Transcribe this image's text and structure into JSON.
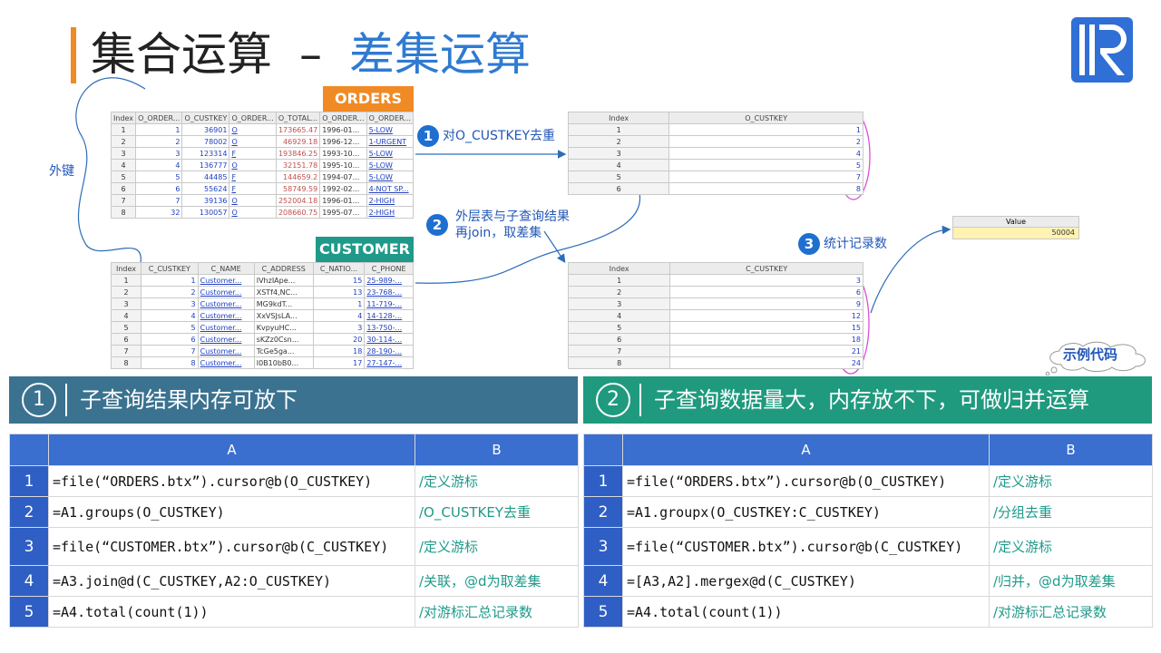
{
  "title": {
    "left": "集合运算",
    "dash": "–",
    "right": "差集运算"
  },
  "orders": {
    "tag": "ORDERS",
    "columns": [
      "Index",
      "O_ORDER...",
      "O_CUSTKEY",
      "O_ORDER...",
      "O_TOTAL...",
      "O_ORDER...",
      "O_ORDER..."
    ],
    "rows": [
      [
        "1",
        "1",
        "36901",
        "O",
        "173665.47",
        "1996-01...",
        "5-LOW"
      ],
      [
        "2",
        "2",
        "78002",
        "O",
        "46929.18",
        "1996-12...",
        "1-URGENT"
      ],
      [
        "3",
        "3",
        "123314",
        "F",
        "193846.25",
        "1993-10...",
        "5-LOW"
      ],
      [
        "4",
        "4",
        "136777",
        "O",
        "32151.78",
        "1995-10...",
        "5-LOW"
      ],
      [
        "5",
        "5",
        "44485",
        "F",
        "144659.2",
        "1994-07...",
        "5-LOW"
      ],
      [
        "6",
        "6",
        "55624",
        "F",
        "58749.59",
        "1992-02...",
        "4-NOT SP..."
      ],
      [
        "7",
        "7",
        "39136",
        "O",
        "252004.18",
        "1996-01...",
        "2-HIGH"
      ],
      [
        "8",
        "32",
        "130057",
        "O",
        "208660.75",
        "1995-07...",
        "2-HIGH"
      ]
    ]
  },
  "customer": {
    "tag": "CUSTOMER",
    "columns": [
      "Index",
      "C_CUSTKEY",
      "C_NAME",
      "C_ADDRESS",
      "C_NATIO...",
      "C_PHONE"
    ],
    "rows": [
      [
        "1",
        "1",
        "Customer...",
        "IVhzIApe...",
        "15",
        "25-989-..."
      ],
      [
        "2",
        "2",
        "Customer...",
        "XSTf4,NC...",
        "13",
        "23-768-..."
      ],
      [
        "3",
        "3",
        "Customer...",
        "MG9kdT...",
        "1",
        "11-719-..."
      ],
      [
        "4",
        "4",
        "Customer...",
        "XxVSJsLA...",
        "4",
        "14-128-..."
      ],
      [
        "5",
        "5",
        "Customer...",
        "KvpyuHC...",
        "3",
        "13-750-..."
      ],
      [
        "6",
        "6",
        "Customer...",
        "sKZz0Csn...",
        "20",
        "30-114-..."
      ],
      [
        "7",
        "7",
        "Customer...",
        "TcGe5ga...",
        "18",
        "28-190-..."
      ],
      [
        "8",
        "8",
        "Customer...",
        "I0B10bB0...",
        "17",
        "27-147-..."
      ]
    ]
  },
  "dedup": {
    "columns": [
      "Index",
      "O_CUSTKEY"
    ],
    "rows": [
      [
        "1",
        "1"
      ],
      [
        "2",
        "2"
      ],
      [
        "3",
        "4"
      ],
      [
        "4",
        "5"
      ],
      [
        "5",
        "7"
      ],
      [
        "6",
        "8"
      ]
    ]
  },
  "diff": {
    "columns": [
      "Index",
      "C_CUSTKEY"
    ],
    "rows": [
      [
        "1",
        "3"
      ],
      [
        "2",
        "6"
      ],
      [
        "3",
        "9"
      ],
      [
        "4",
        "12"
      ],
      [
        "5",
        "15"
      ],
      [
        "6",
        "18"
      ],
      [
        "7",
        "21"
      ],
      [
        "8",
        "24"
      ]
    ]
  },
  "steps": {
    "s1_num": "1",
    "s1": "对O_CUSTKEY去重",
    "s2_num": "2",
    "s2_line1": "外层表与子查询结果",
    "s2_line2": "再join，取差集",
    "s3_num": "3",
    "s3": "统计记录数"
  },
  "foreign_key": "外键",
  "value_box": {
    "header": "Value",
    "value": "50004"
  },
  "sample_code": "示例代码",
  "section1": {
    "num": "1",
    "title": "子查询结果内存可放下"
  },
  "section2": {
    "num": "2",
    "title": "子查询数据量大，内存放不下，可做归并运算"
  },
  "code1": {
    "headers": [
      "A",
      "B"
    ],
    "rows": [
      {
        "n": "1",
        "a": "=file(“ORDERS.btx”).cursor@b(O_CUSTKEY)",
        "b": "/定义游标"
      },
      {
        "n": "2",
        "a": "=A1.groups(O_CUSTKEY)",
        "b": "/O_CUSTKEY去重"
      },
      {
        "n": "3",
        "a": "=file(“CUSTOMER.btx”).cursor@b(C_CUSTKEY)",
        "b": "/定义游标"
      },
      {
        "n": "4",
        "a": "=A3.join@d(C_CUSTKEY,A2:O_CUSTKEY)",
        "b": "/关联，@d为取差集"
      },
      {
        "n": "5",
        "a": "=A4.total(count(1))",
        "b": "/对游标汇总记录数"
      }
    ]
  },
  "code2": {
    "headers": [
      "A",
      "B"
    ],
    "rows": [
      {
        "n": "1",
        "a": "=file(“ORDERS.btx”).cursor@b(O_CUSTKEY)",
        "b": "/定义游标"
      },
      {
        "n": "2",
        "a": "=A1.groupx(O_CUSTKEY:C_CUSTKEY)",
        "b": "/分组去重"
      },
      {
        "n": "3",
        "a": "=file(“CUSTOMER.btx”).cursor@b(C_CUSTKEY)",
        "b": "/定义游标"
      },
      {
        "n": "4",
        "a": "=[A3,A2].mergex@d(C_CUSTKEY)",
        "b": "/归并，@d为取差集"
      },
      {
        "n": "5",
        "a": "=A4.total(count(1))",
        "b": "/对游标汇总记录数"
      }
    ]
  },
  "colors": {
    "accent_orange": "#f08a24",
    "title_blue": "#2f7ad2",
    "teal": "#1f9a8a",
    "slate": "#3a7290",
    "header_blue": "#3a6ecf"
  },
  "icons": [
    "logo-icon",
    "cloud-icon",
    "arrow-icon"
  ]
}
